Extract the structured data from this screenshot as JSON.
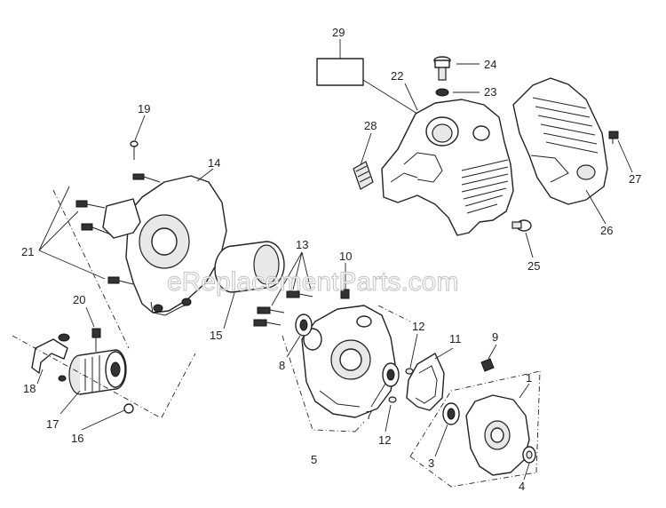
{
  "watermark": "eReplacementParts.com",
  "callouts": [
    {
      "id": "29",
      "label": "29"
    },
    {
      "id": "24",
      "label": "24"
    },
    {
      "id": "23",
      "label": "23"
    },
    {
      "id": "22",
      "label": "22"
    },
    {
      "id": "28",
      "label": "28"
    },
    {
      "id": "27",
      "label": "27"
    },
    {
      "id": "26",
      "label": "26"
    },
    {
      "id": "25",
      "label": "25"
    },
    {
      "id": "19",
      "label": "19"
    },
    {
      "id": "14",
      "label": "14"
    },
    {
      "id": "21",
      "label": "21"
    },
    {
      "id": "13",
      "label": "13"
    },
    {
      "id": "10",
      "label": "10"
    },
    {
      "id": "15",
      "label": "15"
    },
    {
      "id": "20",
      "label": "20"
    },
    {
      "id": "18",
      "label": "18"
    },
    {
      "id": "17",
      "label": "17"
    },
    {
      "id": "16",
      "label": "16"
    },
    {
      "id": "8",
      "label": "8"
    },
    {
      "id": "12a",
      "label": "12"
    },
    {
      "id": "11",
      "label": "11"
    },
    {
      "id": "9",
      "label": "9"
    },
    {
      "id": "1",
      "label": "1"
    },
    {
      "id": "7",
      "label": "7"
    },
    {
      "id": "12b",
      "label": "12"
    },
    {
      "id": "5",
      "label": "5"
    },
    {
      "id": "3",
      "label": "3"
    },
    {
      "id": "4",
      "label": "4"
    }
  ]
}
